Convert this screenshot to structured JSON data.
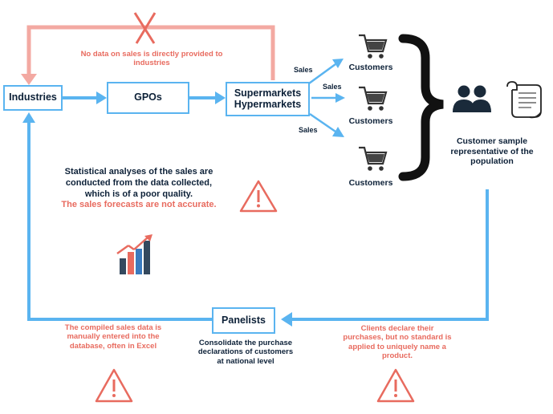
{
  "nodes": {
    "industries": "Industries",
    "gpos": "GPOs",
    "supermarkets": "Supermarkets",
    "hypermarkets": "Hypermarkets",
    "panelists": "Panelists"
  },
  "edge_labels": {
    "sales_top": "Sales",
    "sales_middle": "Sales",
    "sales_bottom": "Sales"
  },
  "customers": [
    "Customers",
    "Customers",
    "Customers"
  ],
  "notes": {
    "no_data_line1": "No data on sales is directly provided to",
    "no_data_line2": "industries",
    "stats_line1": "Statistical analyses of the sales are",
    "stats_line2": "conducted from the data collected,",
    "stats_line3": "which is of a poor quality.",
    "stats_warning": "The sales forecasts are not accurate.",
    "sample_line1": "Customer sample",
    "sample_line2": "representative of the",
    "sample_line3": "population",
    "compiled_line1": "The compiled sales data is",
    "compiled_line2": "manually entered into the",
    "compiled_line3": "database, often in Excel",
    "consolidate_line1": "Consolidate the purchase",
    "consolidate_line2": "declarations of customers",
    "consolidate_line3": "at national level",
    "clients_line1": "Clients declare their",
    "clients_line2": "purchases, but no standard is",
    "clients_line3": "applied to uniquely name a",
    "clients_line4": "product."
  },
  "colors": {
    "flow_blue": "#5ab4f0",
    "warning_red": "#e86b5f",
    "top_loop_pink": "#f3a9a2",
    "text_dark": "#0d2138"
  },
  "icons": [
    "cart-icon",
    "users-icon",
    "scroll-icon",
    "warning-icon",
    "bar-chart-icon",
    "cross-icon",
    "brace-icon"
  ]
}
